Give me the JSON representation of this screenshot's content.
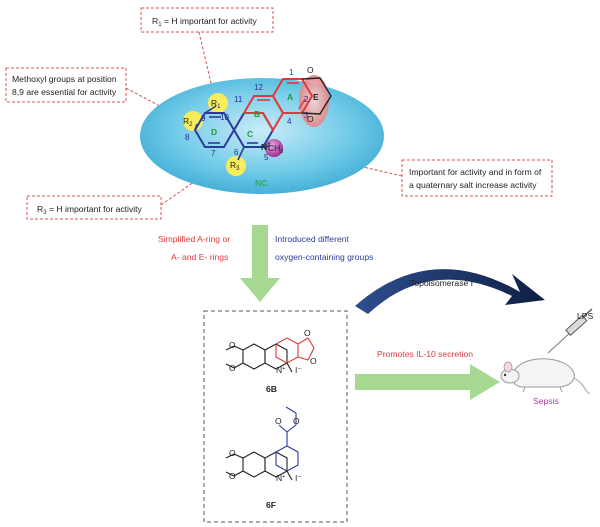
{
  "callouts": {
    "r1": {
      "prefix": "R",
      "sub": "1",
      "rest": " = H important for activity"
    },
    "methoxyl": {
      "line1": "Methoxyl groups at position",
      "line2": "8,9 are essential for activity"
    },
    "r3": {
      "prefix": "R",
      "sub": "3",
      "rest": " = H important for activity"
    },
    "quaternary": {
      "line1": "Important for activity and in form of",
      "line2": "a quaternary salt increase activity"
    }
  },
  "core": {
    "scaffold_label": "NC",
    "rings": [
      "A",
      "B",
      "C",
      "D",
      "E"
    ],
    "positions": [
      "1",
      "2",
      "3",
      "4",
      "5",
      "6",
      "7",
      "8",
      "9",
      "10",
      "11",
      "12"
    ],
    "substituents": {
      "r1": "R1",
      "r2": "R2",
      "r3": "R3",
      "n_plus": "N+",
      "methyl": "CH3"
    },
    "atoms": {
      "r_main": "R",
      "r1_sub": "1",
      "r2_sub": "2",
      "r3_sub": "3",
      "ch_main": "CH",
      "ch_sub": "3",
      "n": "N",
      "plus": "+",
      "o": "O"
    }
  },
  "modifications": {
    "red": {
      "line1": "Simplified A-ring or",
      "line2": "A- and E- rings"
    },
    "blue": {
      "line1": "Introduced different",
      "line2": "oxygen-containing groups"
    }
  },
  "compounds": [
    {
      "id": "6B",
      "counter_ion": "I⁻"
    },
    {
      "id": "6F",
      "counter_ion": "I⁻"
    }
  ],
  "pathway": {
    "target": "Topoisomerase I",
    "effect": "Promotes IL-10 secretion",
    "stimulus": "LPS",
    "disease": "Sepsis"
  },
  "colors": {
    "callout_border": "#d9534f",
    "ellipse_fill": "#5fc3e4",
    "red_text": "#e0393e",
    "blue_text": "#2d3a9a",
    "green_arrow": "#a6d892",
    "dark_arrow": "#1b2f57",
    "highlight_yellow": "#f6ec5c",
    "highlight_magenta": "#b03aa6",
    "ring_green": "#1f9a3a"
  }
}
